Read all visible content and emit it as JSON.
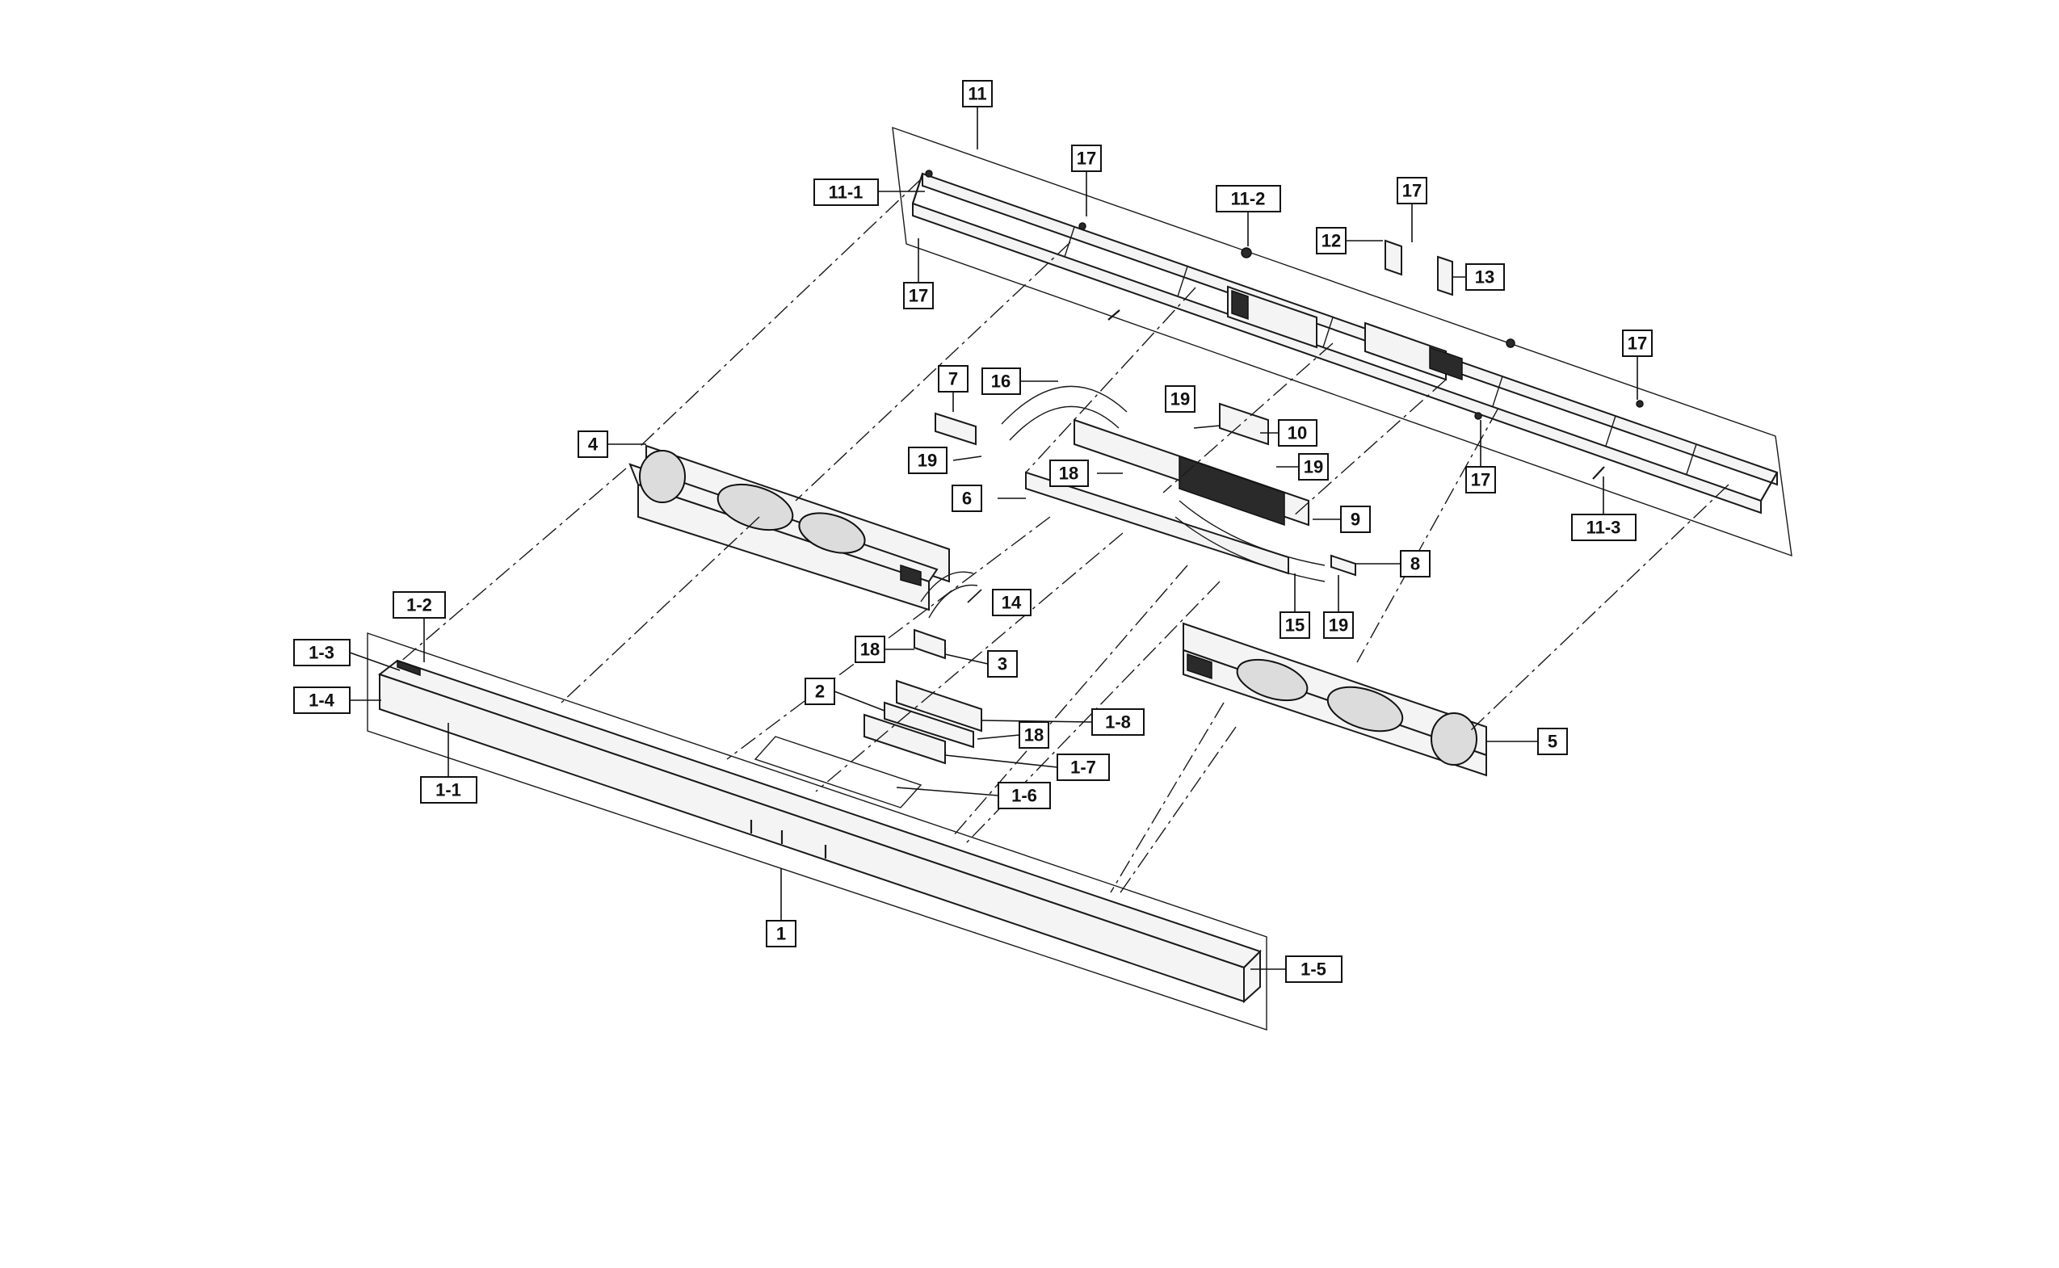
{
  "callouts": [
    {
      "id": "c-11",
      "label": "11"
    },
    {
      "id": "c-11-1",
      "label": "11-1"
    },
    {
      "id": "c-17a",
      "label": "17"
    },
    {
      "id": "c-11-2",
      "label": "11-2"
    },
    {
      "id": "c-17b",
      "label": "17"
    },
    {
      "id": "c-12",
      "label": "12"
    },
    {
      "id": "c-13",
      "label": "13"
    },
    {
      "id": "c-17c",
      "label": "17"
    },
    {
      "id": "c-17d",
      "label": "17"
    },
    {
      "id": "c-17e",
      "label": "17"
    },
    {
      "id": "c-11-3",
      "label": "11-3"
    },
    {
      "id": "c-7",
      "label": "7"
    },
    {
      "id": "c-16",
      "label": "16"
    },
    {
      "id": "c-19a",
      "label": "19"
    },
    {
      "id": "c-19b",
      "label": "19"
    },
    {
      "id": "c-10",
      "label": "10"
    },
    {
      "id": "c-19c",
      "label": "19"
    },
    {
      "id": "c-18a",
      "label": "18"
    },
    {
      "id": "c-6",
      "label": "6"
    },
    {
      "id": "c-9",
      "label": "9"
    },
    {
      "id": "c-4",
      "label": "4"
    },
    {
      "id": "c-8",
      "label": "8"
    },
    {
      "id": "c-14",
      "label": "14"
    },
    {
      "id": "c-15",
      "label": "15"
    },
    {
      "id": "c-19d",
      "label": "19"
    },
    {
      "id": "c-1-2",
      "label": "1-2"
    },
    {
      "id": "c-18b",
      "label": "18"
    },
    {
      "id": "c-3",
      "label": "3"
    },
    {
      "id": "c-1-3",
      "label": "1-3"
    },
    {
      "id": "c-2",
      "label": "2"
    },
    {
      "id": "c-1-8",
      "label": "1-8"
    },
    {
      "id": "c-1-4",
      "label": "1-4"
    },
    {
      "id": "c-18c",
      "label": "18"
    },
    {
      "id": "c-5",
      "label": "5"
    },
    {
      "id": "c-1-7",
      "label": "1-7"
    },
    {
      "id": "c-1-1",
      "label": "1-1"
    },
    {
      "id": "c-1-6",
      "label": "1-6"
    },
    {
      "id": "c-1",
      "label": "1"
    },
    {
      "id": "c-1-5",
      "label": "1-5"
    }
  ]
}
